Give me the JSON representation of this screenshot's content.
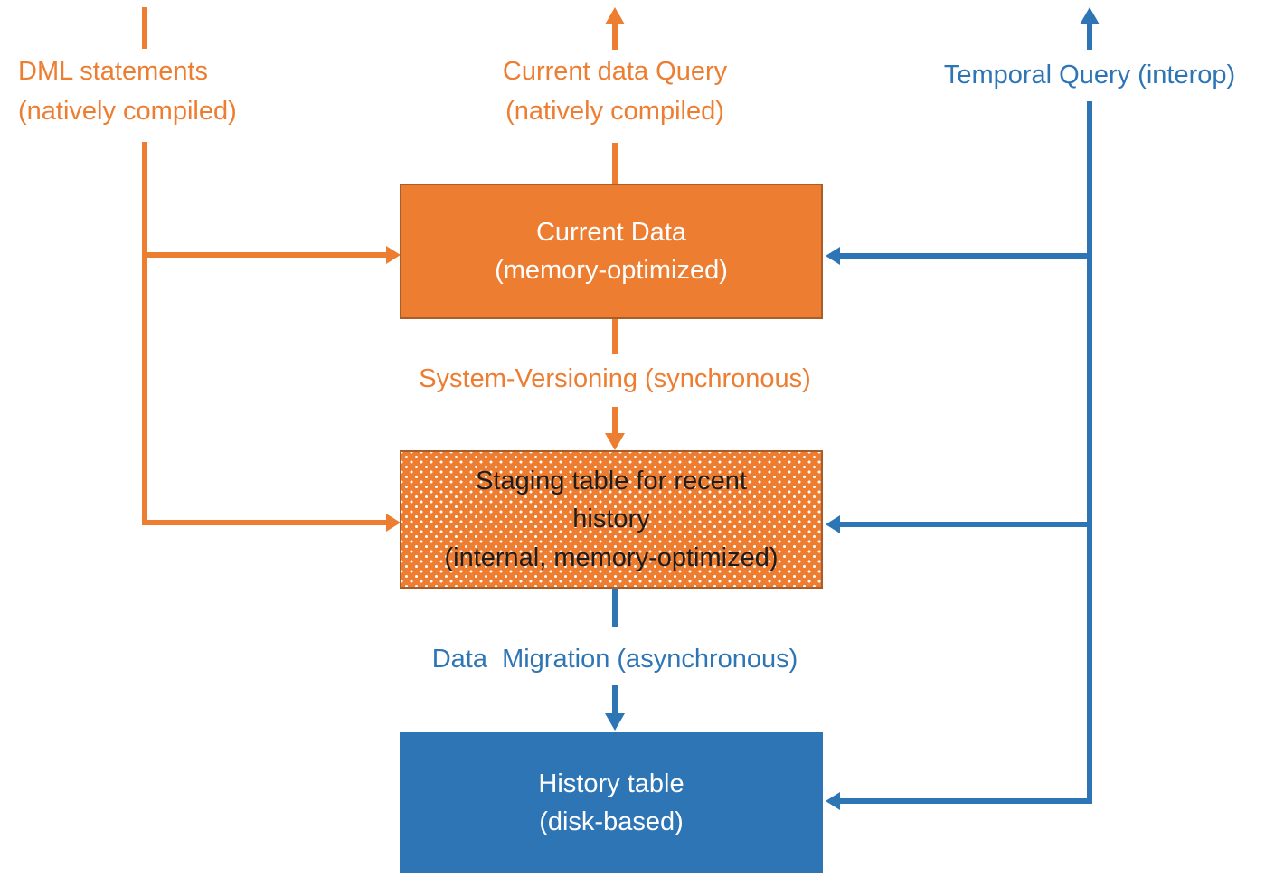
{
  "colors": {
    "orange": "#ED7D31",
    "orange_border": "#A95D28",
    "blue": "#2E75B6",
    "staging_text": "#1D1D1D",
    "box_text_light": "#FFFFFF",
    "background": "#FFFFFF"
  },
  "labels": {
    "dml": "DML statements\n(natively compiled)",
    "current_query": "Current data Query\n(natively compiled)",
    "temporal_query": "Temporal Query (interop)",
    "system_versioning": "System-Versioning (synchronous)",
    "data_migration": "Data  Migration (asynchronous)"
  },
  "nodes": {
    "current_data": {
      "label": "Current Data\n(memory-optimized)"
    },
    "staging": {
      "label": "Staging table for recent\nhistory\n(internal, memory-optimized)"
    },
    "history": {
      "label": "History table\n(disk-based)"
    }
  },
  "connectors": [
    {
      "from": "DML statements (natively compiled)",
      "to": "Current Data (memory-optimized)",
      "color": "orange"
    },
    {
      "from": "DML statements (natively compiled)",
      "to": "Staging table for recent history",
      "color": "orange"
    },
    {
      "from": "Current Data (memory-optimized)",
      "to": "Current data Query (natively compiled)",
      "color": "orange"
    },
    {
      "from": "Current Data (memory-optimized)",
      "to": "Staging table for recent history",
      "via": "System-Versioning (synchronous)",
      "color": "orange"
    },
    {
      "from": "Staging table for recent history",
      "to": "History table (disk-based)",
      "via": "Data Migration (asynchronous)",
      "color": "blue"
    },
    {
      "from": "Temporal Query (interop)",
      "to": "Current Data (memory-optimized)",
      "color": "blue"
    },
    {
      "from": "Temporal Query (interop)",
      "to": "Staging table for recent history",
      "color": "blue"
    },
    {
      "from": "Temporal Query (interop)",
      "to": "History table (disk-based)",
      "color": "blue"
    }
  ]
}
